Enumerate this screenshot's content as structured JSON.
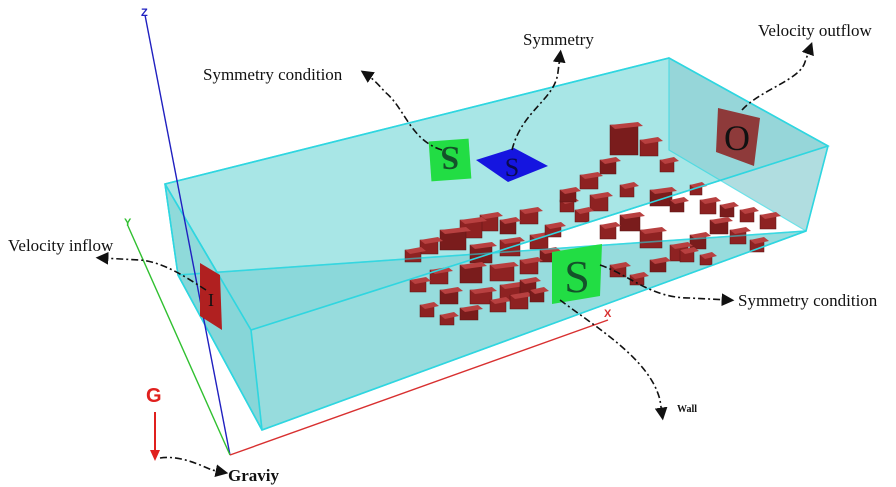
{
  "labels": {
    "symmetry_condition_top": "Symmetry condition",
    "symmetry_top": "Symmetry",
    "velocity_outflow": "Velocity outflow",
    "velocity_inflow": "Velocity inflow",
    "symmetry_condition_right": "Symmetry condition",
    "wall": "Wall",
    "gravity": "Graviy",
    "gravity_symbol": "G"
  },
  "axes": {
    "x": "X",
    "y": "Y",
    "z": "Z"
  },
  "face_markers": {
    "symmetry_side": "S",
    "symmetry_top": "S",
    "symmetry_front": "S",
    "outflow": "O",
    "inflow": "I"
  },
  "colors": {
    "domain_fill": "#7fd8d8",
    "domain_edge": "#2fd6e0",
    "building": "#8e2222",
    "symmetry_marker": "#22dd44",
    "top_marker": "#1515e0",
    "outflow_marker": "#8e3a3a",
    "x_axis": "#d83030",
    "y_axis": "#30c030",
    "z_axis": "#2020c0",
    "gravity": "#e0201e"
  }
}
